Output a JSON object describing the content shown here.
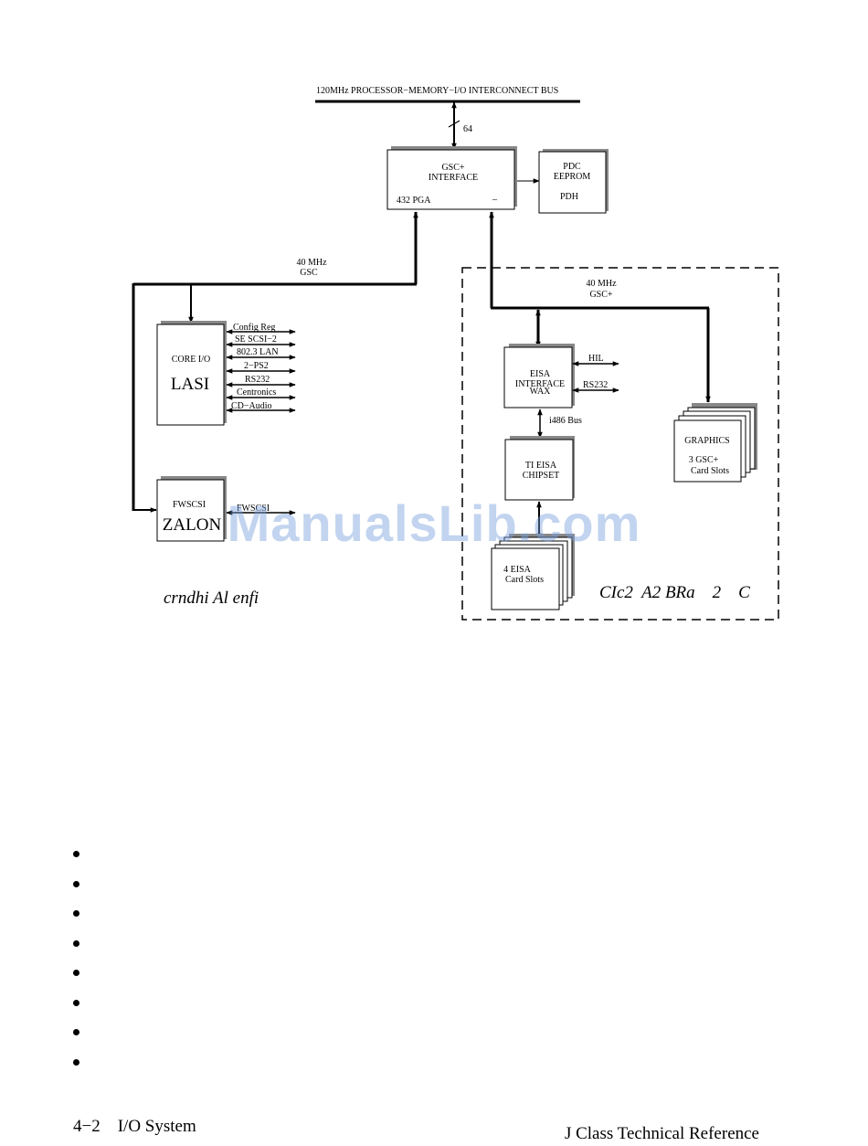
{
  "diagram": {
    "bus_label": "120MHz PROCESSOR−MEMORY−I/O INTERCONNECT BUS",
    "bus_width": "64",
    "gsc_interface": {
      "line1": "GSC+",
      "line2": "INTERFACE",
      "pga": "432 PGA",
      "mark": "–"
    },
    "pdc": {
      "line1": "PDC",
      "line2": "EEPROM",
      "line3": "PDH"
    },
    "gsc_left_label": {
      "line1": "40 MHz",
      "line2": "GSC"
    },
    "gsc_right_label": {
      "line1": "40 MHz",
      "line2": "GSC+"
    },
    "lasi": {
      "line1": "CORE I/O",
      "line2": "LASI"
    },
    "lasi_ports": [
      "Config Reg",
      "SE SCSI−2",
      "802.3 LAN",
      "2−PS2",
      "RS232",
      "Centronics",
      "CD−Audio"
    ],
    "zalon": {
      "line1": "FWSCSI",
      "line2": "ZALON",
      "port": "FWSCSI"
    },
    "wax": {
      "line1": "EISA",
      "line2": "INTERFACE",
      "line3": "WAX",
      "port1": "HIL",
      "port2": "RS232"
    },
    "i486": "i486 Bus",
    "ti": {
      "line1": "TI EISA",
      "line2": "CHIPSET"
    },
    "eisa_slots": {
      "line1": "4  EISA",
      "line2": "Card Slots"
    },
    "graphics": {
      "line1": "GRAPHICS",
      "line2": "3 GSC+",
      "line3": "Card Slots"
    },
    "caption_left": "crndhi   Al enfi",
    "caption_right": "CIc2  A2 BRa    2    C"
  },
  "bullets": [
    "",
    "",
    "",
    "",
    "",
    "",
    "",
    ""
  ],
  "footer": {
    "left": "4−2    I/O System",
    "right": "J Class Technical Reference"
  },
  "watermark": "ManualsLib.com"
}
